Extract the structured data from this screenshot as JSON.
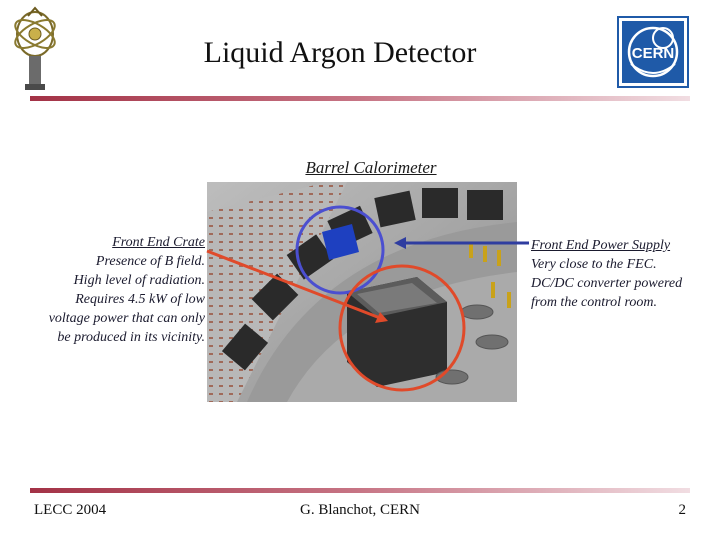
{
  "slide": {
    "title": "Liquid Argon Detector",
    "section_heading": "Barrel Calorimeter"
  },
  "callouts": {
    "left": {
      "heading": "Front End Crate",
      "lines": [
        "Presence of B field.",
        "High level of radiation.",
        "Requires 4.5 kW of low",
        "voltage power that can only",
        "be produced in its vicinity."
      ]
    },
    "right": {
      "heading": "Front End Power Supply",
      "lines": [
        "Very close to the FEC.",
        "DC/DC converter powered",
        "from the control room."
      ]
    }
  },
  "logos": {
    "cern_text": "CERN"
  },
  "footer": {
    "left": "LECC 2004",
    "center": "G. Blanchot, CERN",
    "page": "2"
  },
  "colors": {
    "rule_accent": "#a33246",
    "circle_blue": "#4b4fd0",
    "circle_red": "#e04a2a",
    "arrow_blue": "#2f3da0",
    "arrow_red": "#e04a2a",
    "cern_blue": "#1f5aa8"
  }
}
